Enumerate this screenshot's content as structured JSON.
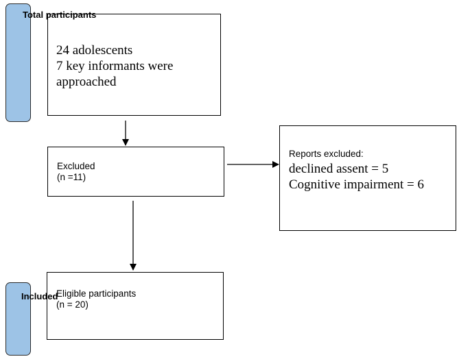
{
  "stages": {
    "total_label": "Total participants",
    "included_label": "Included"
  },
  "boxes": {
    "approached": {
      "lines": [
        "24 adolescents",
        "7 key informants were",
        "approached"
      ]
    },
    "excluded": {
      "title": "Excluded",
      "count": "(n =11)"
    },
    "reports_excluded": {
      "title": "Reports excluded:",
      "lines": [
        "declined assent = 5",
        "Cognitive impairment = 6"
      ]
    },
    "eligible": {
      "title": "Eligible participants",
      "count": "(n = 20)"
    }
  },
  "colors": {
    "stage_tab_fill": "#9dc3e6",
    "border": "#000000"
  }
}
